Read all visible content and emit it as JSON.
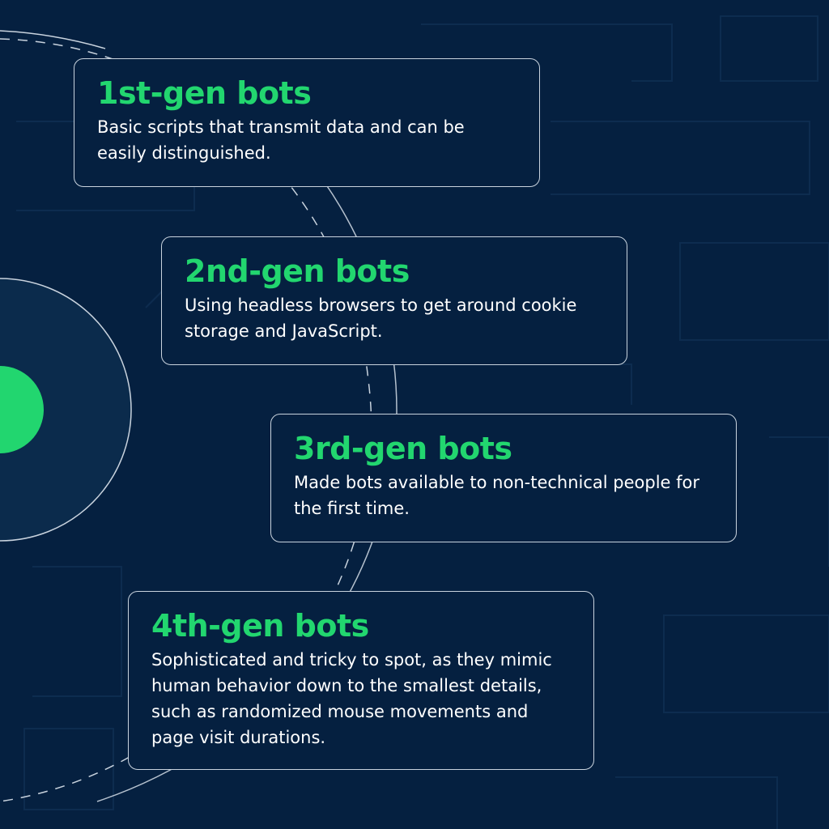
{
  "colors": {
    "background": "#052040",
    "accent_green": "#22d66f",
    "card_border": "#c9d3de",
    "body_text": "#ffffff"
  },
  "cards": [
    {
      "title": "1st-gen bots",
      "description": "Basic scripts that transmit data and can be easily distinguished."
    },
    {
      "title": "2nd-gen bots",
      "description": "Using headless browsers to get around cookie storage and JavaScript."
    },
    {
      "title": "3rd-gen bots",
      "description": "Made bots available to non-technical people for the first time."
    },
    {
      "title": "4th-gen bots",
      "description": "Sophisticated and tricky to spot, as they mimic human behavior down to the smallest details, such as randomized mouse movements and page visit durations."
    }
  ]
}
